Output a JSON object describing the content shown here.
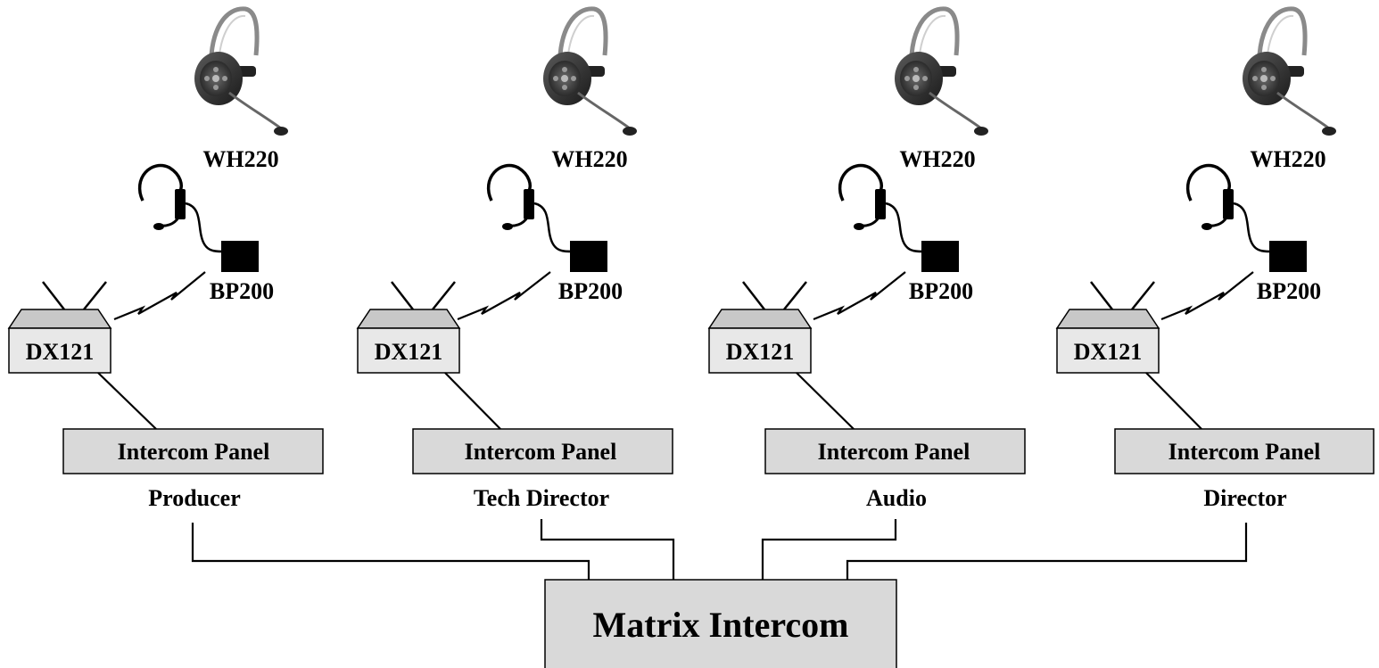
{
  "colors": {
    "box_fill": "#d9d9d9",
    "dx_fill": "#e8e8e8",
    "line": "#000000"
  },
  "stations": [
    {
      "headset_label": "WH220",
      "beltpack_label": "BP200",
      "base_label": "DX121",
      "panel_label": "Intercom Panel",
      "role": "Producer"
    },
    {
      "headset_label": "WH220",
      "beltpack_label": "BP200",
      "base_label": "DX121",
      "panel_label": "Intercom Panel",
      "role": "Tech Director"
    },
    {
      "headset_label": "WH220",
      "beltpack_label": "BP200",
      "base_label": "DX121",
      "panel_label": "Intercom Panel",
      "role": "Audio"
    },
    {
      "headset_label": "WH220",
      "beltpack_label": "BP200",
      "base_label": "DX121",
      "panel_label": "Intercom Panel",
      "role": "Director"
    }
  ],
  "matrix": {
    "label": "Matrix Intercom"
  },
  "icons": {
    "wireless_headset": "wireless-headset-icon",
    "wired_headset": "wired-headset-icon",
    "beltpack": "beltpack-icon",
    "antenna": "antenna-icon",
    "rf_link": "rf-link-icon"
  }
}
